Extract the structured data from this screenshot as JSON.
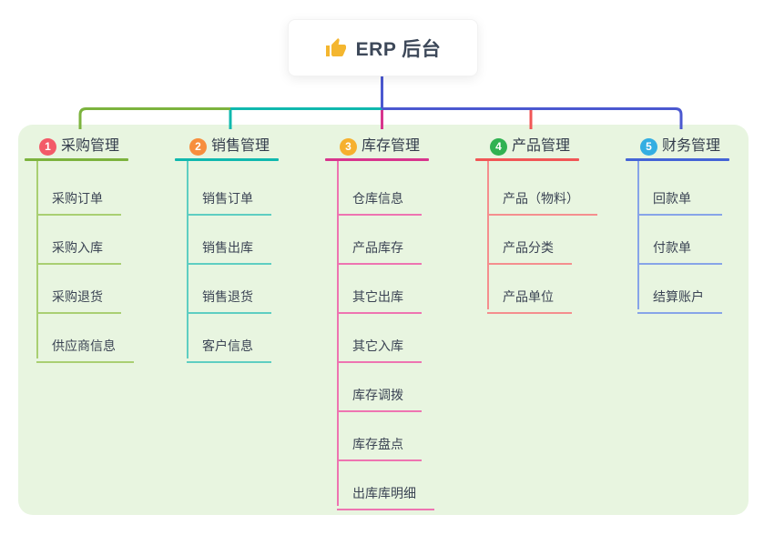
{
  "root": {
    "icon": "thumbs-up-icon",
    "label": "ERP 后台"
  },
  "canvas": {
    "background": "#ffffff",
    "panel_color": "#e8f5e0",
    "root_line_color": "#4b58d0"
  },
  "branches": [
    {
      "num": "1",
      "label": "采购管理",
      "badge_color": "#f35a68",
      "line_color": "#7cb33e",
      "child_line_color": "#a9cf72",
      "children": [
        "采购订单",
        "采购入库",
        "采购退货",
        "供应商信息"
      ]
    },
    {
      "num": "2",
      "label": "销售管理",
      "badge_color": "#f78e3d",
      "line_color": "#10b8ae",
      "child_line_color": "#5ecec2",
      "children": [
        "销售订单",
        "销售出库",
        "销售退货",
        "客户信息"
      ]
    },
    {
      "num": "3",
      "label": "库存管理",
      "badge_color": "#f6b02e",
      "line_color": "#d8358d",
      "child_line_color": "#ee74b1",
      "children": [
        "仓库信息",
        "产品库存",
        "其它出库",
        "其它入库",
        "库存调拨",
        "库存盘点",
        "出库库明细"
      ]
    },
    {
      "num": "4",
      "label": "产品管理",
      "badge_color": "#30b252",
      "line_color": "#f15656",
      "child_line_color": "#f58e8e",
      "children": [
        "产品（物料）",
        "产品分类",
        "产品单位"
      ]
    },
    {
      "num": "5",
      "label": "财务管理",
      "badge_color": "#33aee2",
      "line_color": "#4464d6",
      "child_line_color": "#87a4e8",
      "children": [
        "回款单",
        "付款单",
        "结算账户"
      ]
    }
  ]
}
